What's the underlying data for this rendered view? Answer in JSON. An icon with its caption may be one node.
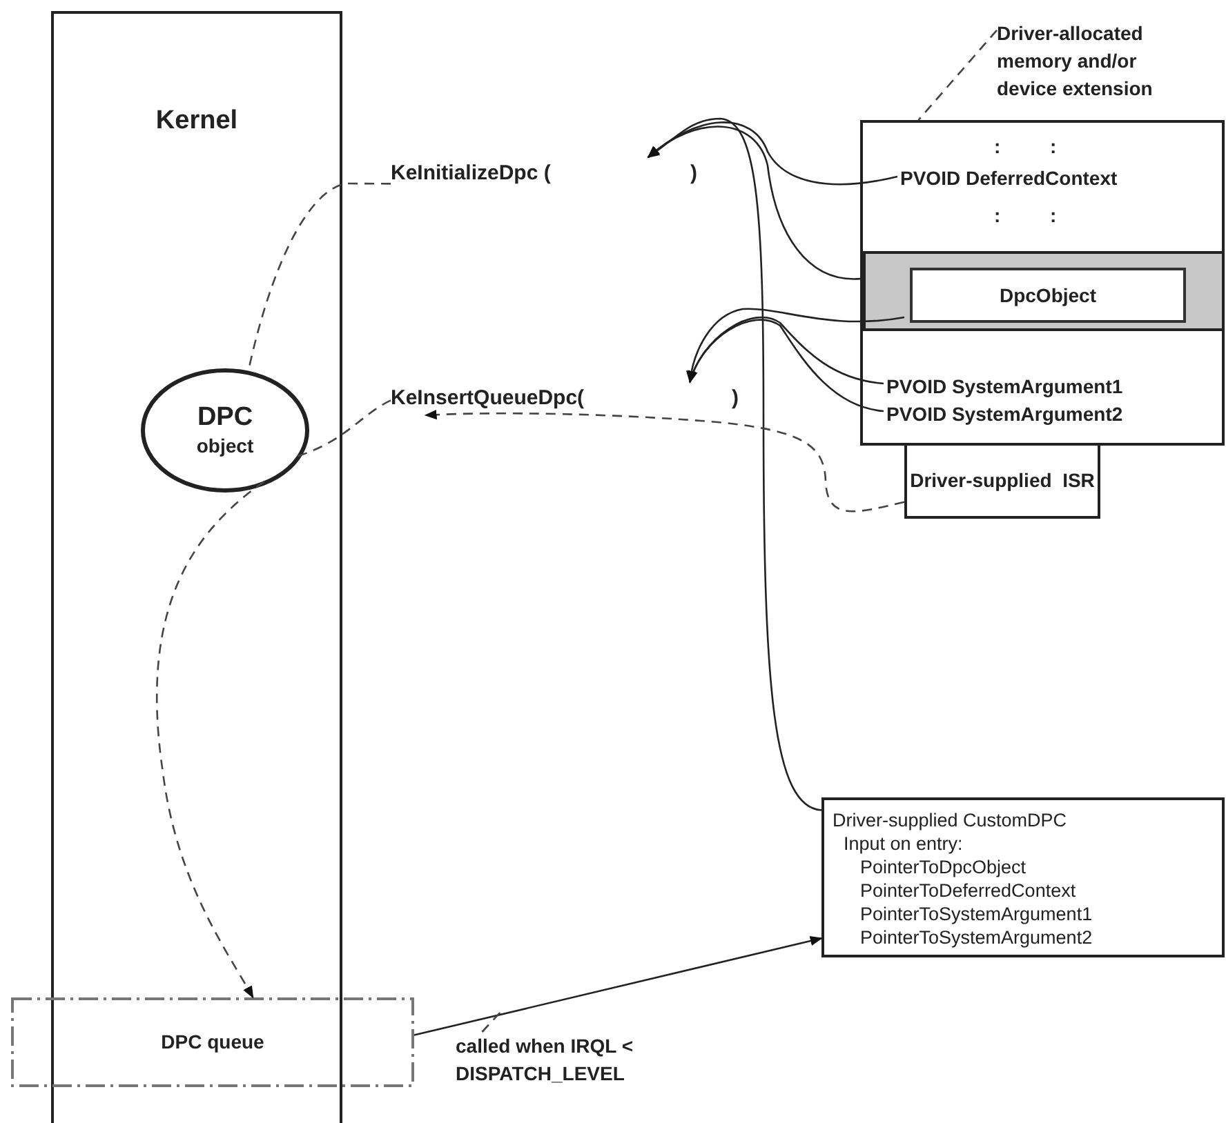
{
  "diagram": {
    "nodes": [
      {
        "text": [
          "Kernel"
        ]
      },
      {
        "text": [
          "DPC",
          "object"
        ],
        "in": 0
      },
      {
        "text": [
          "DPC queue"
        ]
      },
      {
        "text": [
          "KeInitializeDpc (",
          ")"
        ]
      },
      {
        "text": [
          "KeInsertQueueDpc(",
          ")"
        ]
      },
      {
        "text": [
          "Driver-allocated memory and/or device extension"
        ]
      },
      {
        "text": [],
        "shape": "box"
      },
      {
        "text": [
          "PVOID DeferredContext"
        ],
        "in": 6
      },
      {
        "text": [],
        "shape": "box",
        "in": 6
      },
      {
        "text": [
          "DpcObject"
        ],
        "in": 8
      },
      {
        "text": [
          "PVOID SystemArgument1"
        ],
        "in": 6
      },
      {
        "text": [
          "PVOID SystemArgument2"
        ],
        "in": 6
      },
      {
        "text": [
          "Driver-supplied  ISR"
        ]
      },
      {
        "text": [
          "Driver-supplied CustomDPC",
          "Input on entry:",
          "PointerToDpcObject",
          "PointerToDeferredContext",
          "PointerToSystemArgument1",
          "PointerToSystemArgument2"
        ]
      },
      {
        "text": [
          "called when IRQL < DISPATCH_LEVEL"
        ]
      }
    ],
    "edges": [
      {
        "from": 7,
        "to": 3,
        "arrow": "to"
      },
      {
        "from": 8,
        "to": 3,
        "arrow": "to"
      },
      {
        "from": 13,
        "to": 3,
        "arrow": "to"
      },
      {
        "from": 9,
        "to": 4,
        "arrow": "to"
      },
      {
        "from": 10,
        "to": 4,
        "arrow": "to"
      },
      {
        "from": 11,
        "to": 4,
        "arrow": "to"
      },
      {
        "from": 12,
        "to": 4,
        "arrow": "to",
        "style": "dashed"
      },
      {
        "from": 3,
        "to": 1,
        "arrow": "none",
        "style": "dashed"
      },
      {
        "from": 4,
        "to": 1,
        "arrow": "none",
        "style": "dashed"
      },
      {
        "from": 1,
        "to": 2,
        "arrow": "to",
        "style": "dashed"
      },
      {
        "from": 2,
        "to": 13,
        "arrow": "to"
      },
      {
        "from": 5,
        "to": 6,
        "arrow": "none",
        "style": "dashed"
      },
      {
        "from": 14,
        "to": null,
        "arrow": "none",
        "style": "dashed"
      }
    ],
    "labels": [
      ":  :",
      ":  :"
    ]
  }
}
